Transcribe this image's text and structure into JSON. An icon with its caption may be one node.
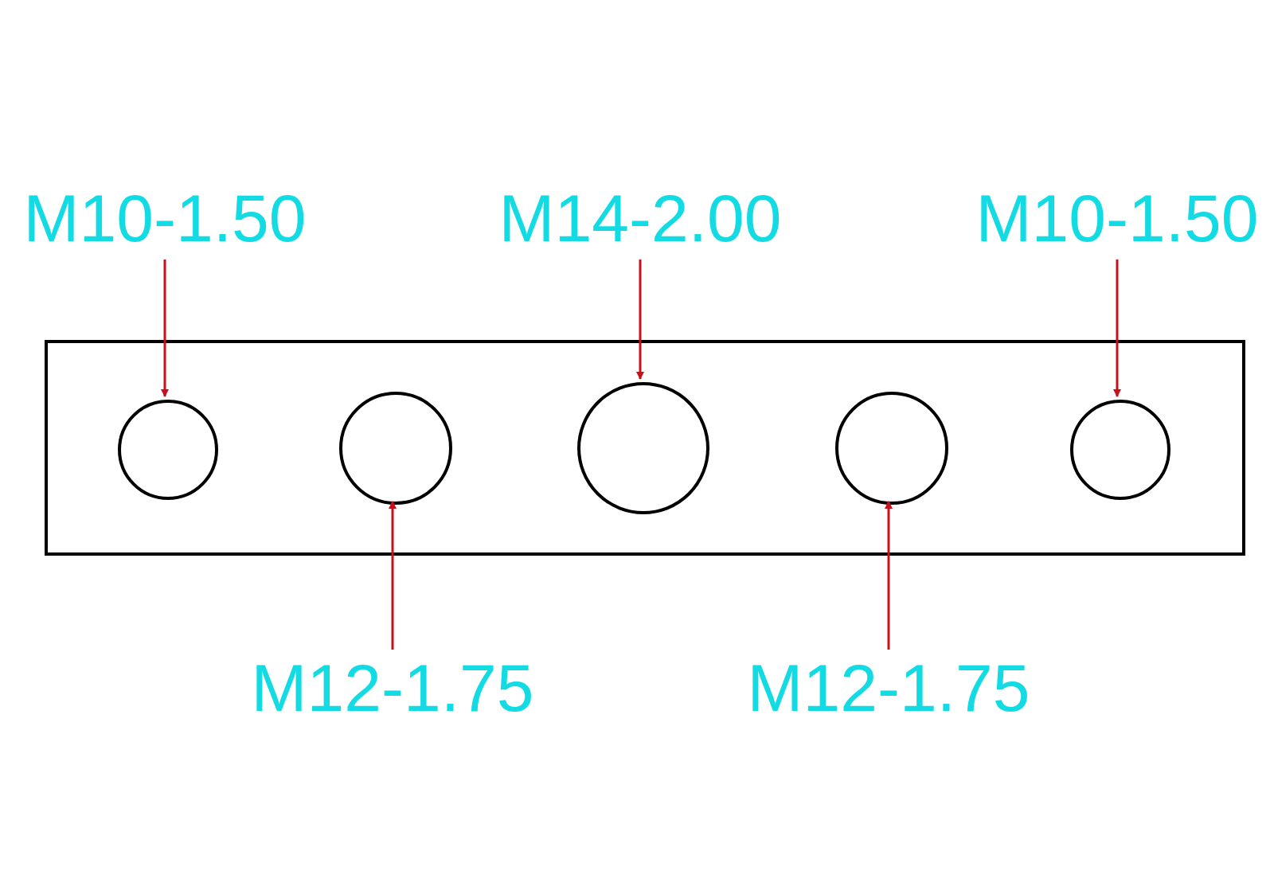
{
  "diagram": {
    "nodes": [
      {
        "text": [],
        "shape": "box"
      },
      {
        "text": [],
        "shape": "circle",
        "in": 0
      },
      {
        "text": [],
        "shape": "circle",
        "in": 0
      },
      {
        "text": [],
        "shape": "circle",
        "in": 0
      },
      {
        "text": [],
        "shape": "circle",
        "in": 0
      },
      {
        "text": [],
        "shape": "circle",
        "in": 0
      },
      {
        "text": [
          "M10-1.50"
        ]
      },
      {
        "text": [
          "M14-2.00"
        ]
      },
      {
        "text": [
          "M10-1.50"
        ]
      },
      {
        "text": [
          "M12-1.75"
        ]
      },
      {
        "text": [
          "M12-1.75"
        ]
      }
    ],
    "edges": [
      {
        "from": 6,
        "to": 1,
        "arrow": "to"
      },
      {
        "from": 9,
        "to": 2,
        "arrow": "to"
      },
      {
        "from": 7,
        "to": 3,
        "arrow": "to"
      },
      {
        "from": 10,
        "to": 4,
        "arrow": "to"
      },
      {
        "from": 8,
        "to": 5,
        "arrow": "to"
      }
    ]
  }
}
